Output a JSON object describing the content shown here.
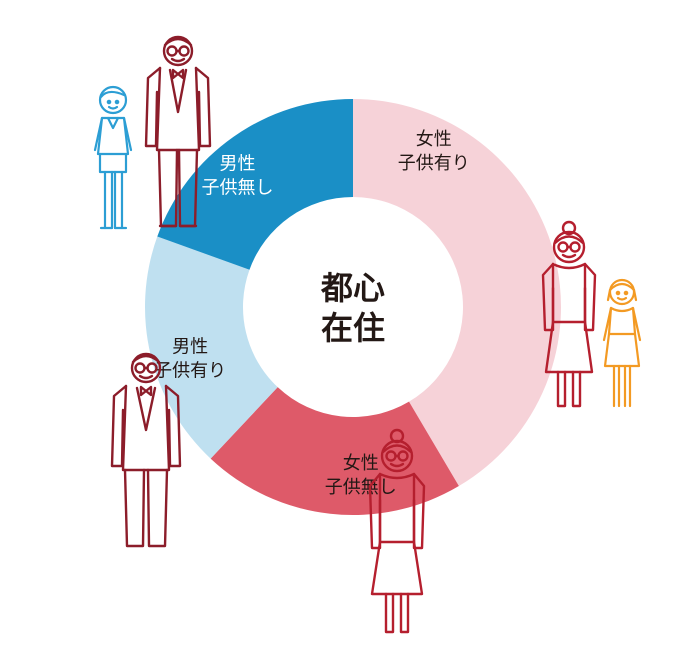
{
  "chart_data": {
    "type": "pie",
    "style": "donut",
    "title": "",
    "center_label": [
      "都心",
      "在住"
    ],
    "start_angle_deg": 0,
    "direction": "clockwise",
    "slices": [
      {
        "label": [
          "女性",
          "子供有り"
        ],
        "value": 41.5,
        "color": "#f6d2d8",
        "text_color": "#231815"
      },
      {
        "label": [
          "女性",
          "子供無し"
        ],
        "value": 20.5,
        "color": "#de5a69",
        "text_color": "#231815"
      },
      {
        "label": [
          "男性",
          "子供有り"
        ],
        "value": 18.5,
        "color": "#bfe0f0",
        "text_color": "#231815"
      },
      {
        "label": [
          "男性",
          "子供無し"
        ],
        "value": 19.5,
        "color": "#1a8fc6",
        "text_color": "#ffffff"
      }
    ],
    "legend": "none",
    "grid": false
  },
  "colors": {
    "figure_man": "#8c1d2a",
    "figure_woman": "#b51f2e",
    "figure_boy": "#2c9ed4",
    "figure_girl": "#f39a23",
    "center_text": "#231815"
  },
  "icons": [
    {
      "name": "man-figure-icon",
      "description": "man with glasses and bow tie"
    },
    {
      "name": "boy-figure-icon",
      "description": "child"
    },
    {
      "name": "woman-figure-icon",
      "description": "woman with glasses"
    },
    {
      "name": "girl-figure-icon",
      "description": "child"
    }
  ]
}
